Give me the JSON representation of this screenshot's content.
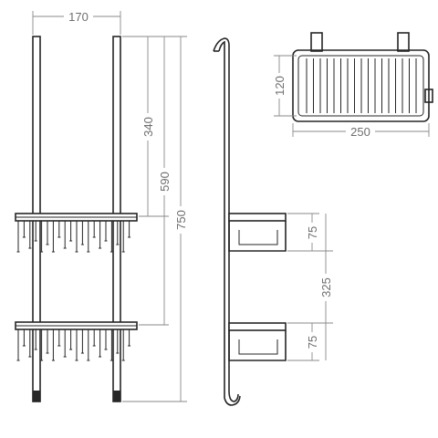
{
  "dimensions": {
    "front_width": "170",
    "hook_to_top_basket": "340",
    "hook_to_bottom_basket": "590",
    "total_height": "750",
    "top_basket_depth": "120",
    "top_basket_width": "250",
    "side_basket_height_upper": "75",
    "side_basket_spacing": "325",
    "side_basket_height_lower": "75"
  },
  "colors": {
    "part": "#262626",
    "dimension": "#8a8a8a",
    "dimension_text": "#6e6e6e",
    "background": "#ffffff"
  }
}
